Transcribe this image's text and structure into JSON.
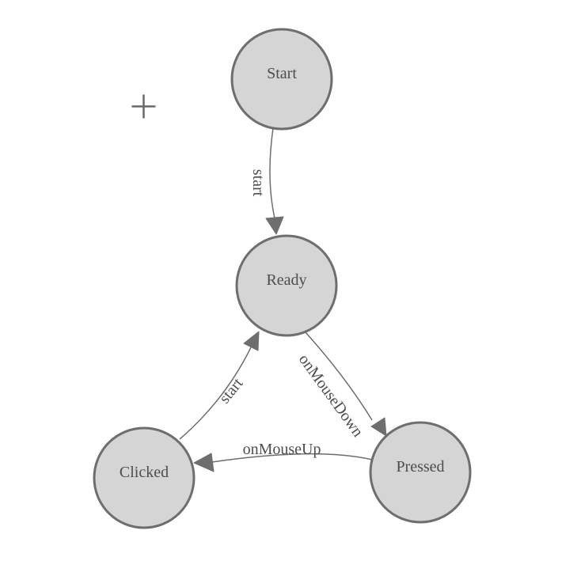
{
  "diagram": {
    "type": "state-machine",
    "nodes": [
      {
        "id": "start",
        "label": "Start"
      },
      {
        "id": "ready",
        "label": "Ready"
      },
      {
        "id": "clicked",
        "label": "Clicked"
      },
      {
        "id": "pressed",
        "label": "Pressed"
      }
    ],
    "edges": [
      {
        "id": "start-to-ready",
        "from": "Start",
        "to": "Ready",
        "label": "start"
      },
      {
        "id": "ready-to-pressed",
        "from": "Ready",
        "to": "Pressed",
        "label": "onMouseDown"
      },
      {
        "id": "pressed-to-clicked",
        "from": "Pressed",
        "to": "Clicked",
        "label": "onMouseUp"
      },
      {
        "id": "clicked-to-ready",
        "from": "Clicked",
        "to": "Ready",
        "label": "start"
      }
    ]
  },
  "cursor": {
    "icon": "plus-crosshair"
  },
  "colors": {
    "background": "#ffffff",
    "node_fill": "#d5d5d5",
    "node_stroke": "#6e6e6e",
    "edge_stroke": "#6e6e6e",
    "text": "#4d4d4d",
    "crosshair": "#696969"
  }
}
